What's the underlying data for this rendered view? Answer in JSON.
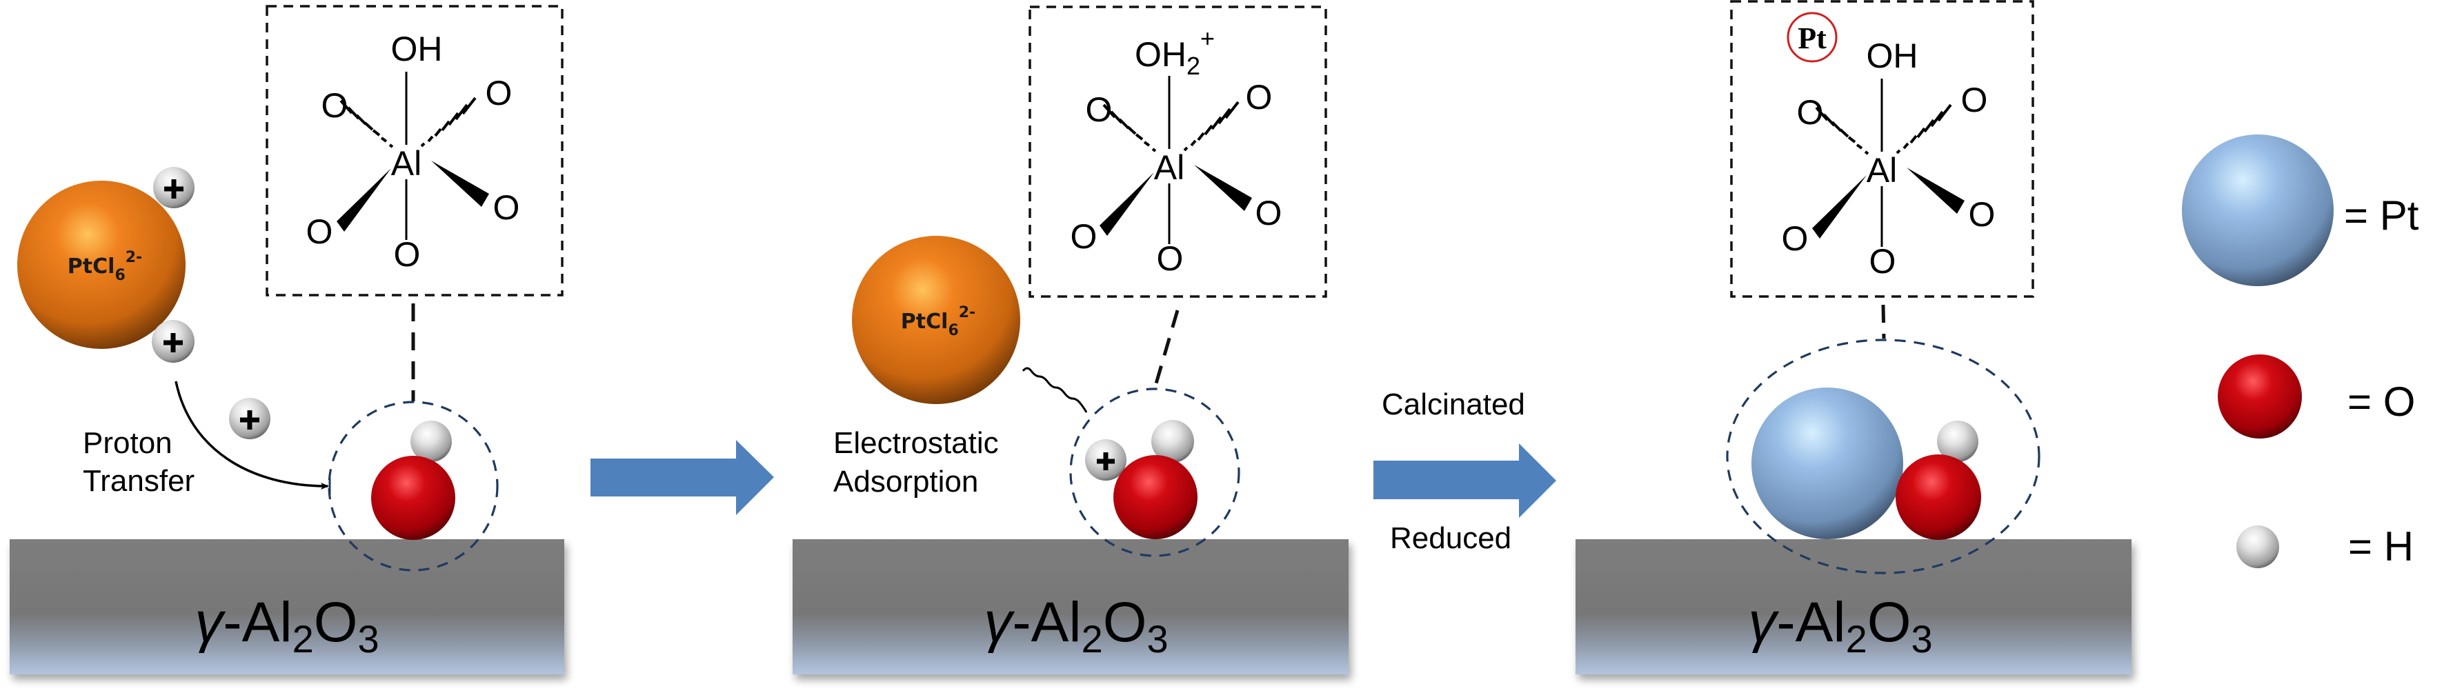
{
  "figure": {
    "title": "Pt deposition on gamma-alumina via proton transfer, electrostatic adsorption, calcination and reduction",
    "colors": {
      "arrow": "#4f81bd",
      "orange_ion": "#e87a1a",
      "oxygen": "#c4000a",
      "hydrogen": "#d9d9d9",
      "platinum": "#8eb0d8",
      "substrate_top": "#7a7a7a",
      "substrate_bottom": "#b3c6df",
      "halo": "#1f3a5f",
      "pt_mark": "#d21f1f"
    }
  },
  "panels": [
    {
      "id": "proton-transfer",
      "ion_label": {
        "main": "PtCl",
        "sub": "6",
        "sup": "2-"
      },
      "step_label_lines": [
        "Proton",
        "Transfer"
      ],
      "proton_symbol": "+",
      "structure": {
        "top_group": "OH",
        "top_group_sub": "",
        "top_group_sup": "",
        "center": "Al",
        "ligands": [
          "O",
          "O",
          "O",
          "O",
          "O"
        ]
      },
      "substrate": {
        "prefix": "γ",
        "dash": "-",
        "formula_parts": [
          "Al",
          "2",
          "O",
          "3"
        ]
      }
    },
    {
      "id": "electrostatic-adsorption",
      "ion_label": {
        "main": "PtCl",
        "sub": "6",
        "sup": "2-"
      },
      "step_label_lines": [
        "Electrostatic",
        "Adsorption"
      ],
      "proton_symbol": "+",
      "structure": {
        "top_group": "OH",
        "top_group_sub": "2",
        "top_group_sup": "+",
        "center": "Al",
        "ligands": [
          "O",
          "O",
          "O",
          "O",
          "O"
        ]
      },
      "substrate": {
        "prefix": "γ",
        "dash": "-",
        "formula_parts": [
          "Al",
          "2",
          "O",
          "3"
        ]
      }
    },
    {
      "id": "calcined-reduced",
      "structure": {
        "marker": "Pt",
        "top_group": "OH",
        "top_group_sub": "",
        "top_group_sup": "",
        "center": "Al",
        "ligands": [
          "O",
          "O",
          "O",
          "O",
          "O"
        ]
      },
      "substrate": {
        "prefix": "γ",
        "dash": "-",
        "formula_parts": [
          "Al",
          "2",
          "O",
          "3"
        ]
      }
    }
  ],
  "transitions": [
    {
      "id": "arrow-1",
      "label_above": "",
      "label_below": ""
    },
    {
      "id": "arrow-2",
      "label_above": "Calcinated",
      "label_below": "Reduced"
    }
  ],
  "legend": [
    {
      "atom": "Pt",
      "label": "= Pt"
    },
    {
      "atom": "O",
      "label": "= O"
    },
    {
      "atom": "H",
      "label": "= H"
    }
  ]
}
